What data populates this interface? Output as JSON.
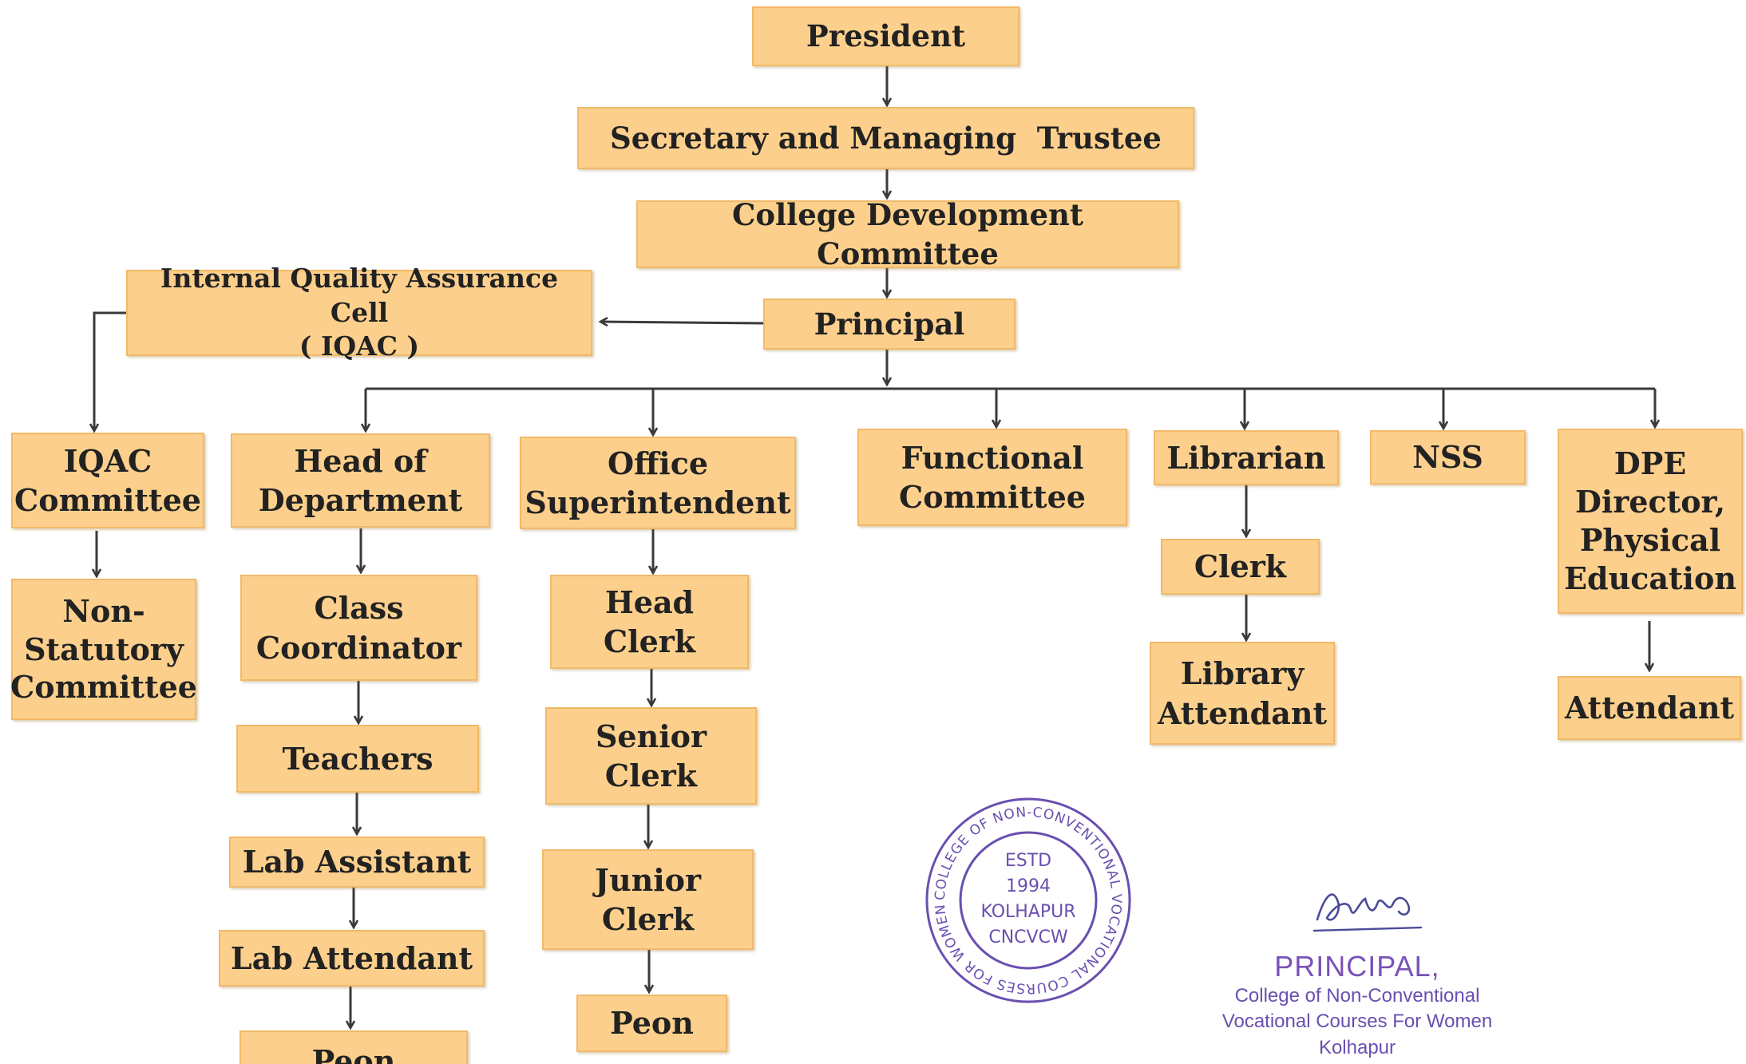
{
  "colors": {
    "box_fill": "#fcd08c",
    "box_border": "#f1b968",
    "line": "#3a3a3a",
    "stamp": "#6a4fb0",
    "principal_sig_text": "#7a52b8"
  },
  "nodes": {
    "president": "President",
    "secretary": "Secretary and Managing  Trustee",
    "cdc": "College Development Committee",
    "principal": "Principal",
    "iqac_cell": {
      "line1": "Internal Quality Assurance Cell",
      "line2": "( IQAC )"
    },
    "iqac_committee": {
      "line1": "IQAC",
      "line2": "Committee"
    },
    "non_statutory": {
      "line1": "Non-",
      "line2": "Statutory",
      "line3": "Committee"
    },
    "hod": {
      "line1": "Head of",
      "line2": "Department"
    },
    "class_coordinator": {
      "line1": "Class",
      "line2": "Coordinator"
    },
    "teachers": "Teachers",
    "lab_assistant": "Lab Assistant",
    "lab_attendant": "Lab Attendant",
    "peon_left": "Peon",
    "office_superintendent": {
      "line1": "Office",
      "line2": "Superintendent"
    },
    "head_clerk": {
      "line1": "Head",
      "line2": "Clerk"
    },
    "senior_clerk": {
      "line1": "Senior",
      "line2": "Clerk"
    },
    "junior_clerk": {
      "line1": "Junior",
      "line2": "Clerk"
    },
    "peon_office": "Peon",
    "functional_committee": {
      "line1": "Functional",
      "line2": "Committee"
    },
    "librarian": "Librarian",
    "clerk_library": "Clerk",
    "library_attendant": {
      "line1": "Library",
      "line2": "Attendant"
    },
    "nss": "NSS",
    "dpe": {
      "line1": "DPE",
      "line2": "Director,",
      "line3": "Physical",
      "line4": "Education"
    },
    "attendant": "Attendant"
  },
  "stamp": {
    "outer_text": "COLLEGE OF NON-CONVENTIONAL VOCATIONAL COURSES FOR WOMEN ★",
    "line1": "ESTD",
    "line2": "1994",
    "line3": "KOLHAPUR",
    "line4": "CNCVCW"
  },
  "signature": {
    "title": "PRINCIPAL,",
    "line1": "College of Non-Conventional",
    "line2": "Vocational Courses For Women",
    "line3": "Kolhapur"
  }
}
